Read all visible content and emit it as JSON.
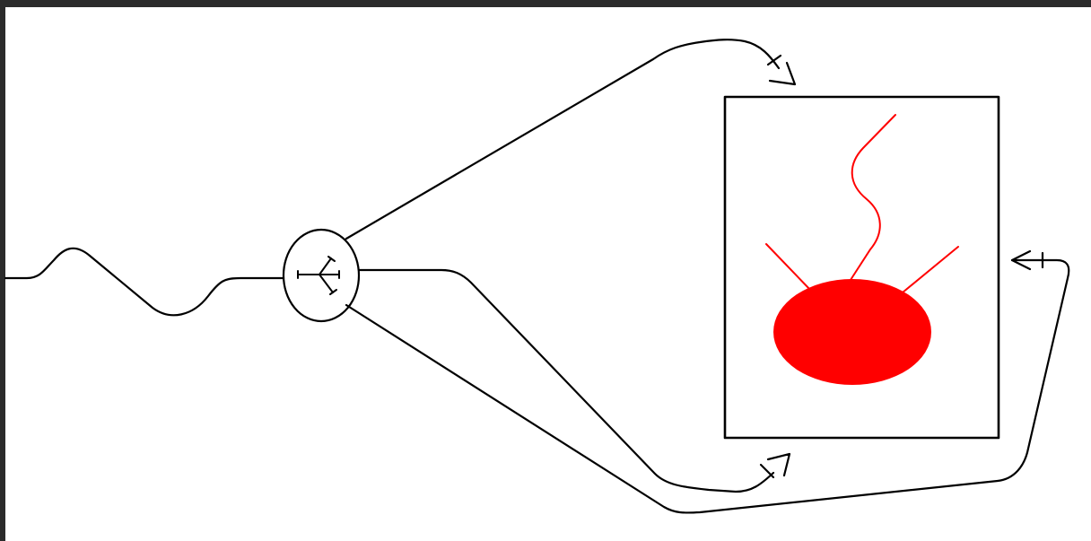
{
  "colors": {
    "frame": "#2b2b2b",
    "canvas": "#ffffff",
    "stroke": "#000000",
    "accent": "#ff0000"
  },
  "elements": {
    "input_wire": "wavy-line",
    "splitter_node": "circle-with-y-fork-icon",
    "target_box": "rectangle",
    "blob": "red-ellipse-with-antennae"
  }
}
